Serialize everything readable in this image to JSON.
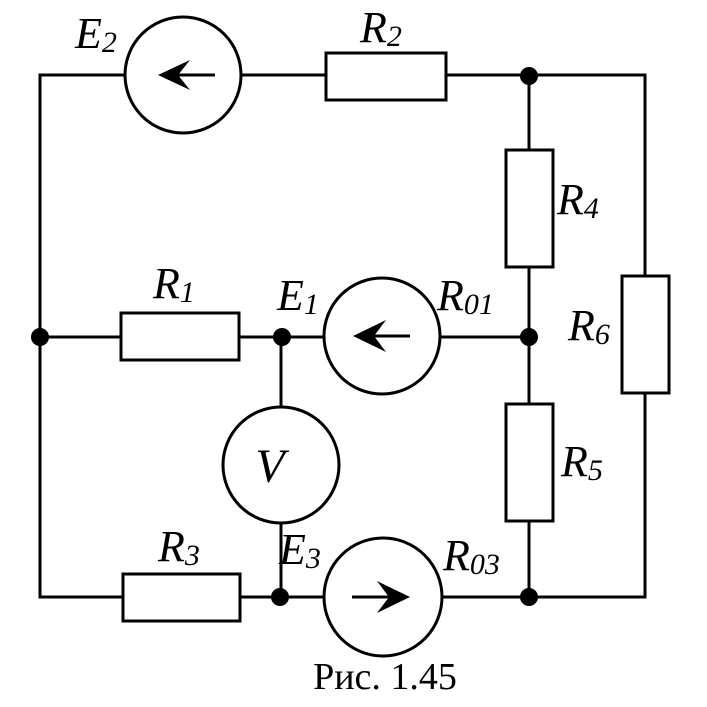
{
  "labels": {
    "E2": {
      "main": "E",
      "sub": "2"
    },
    "R2": {
      "main": "R",
      "sub": "2"
    },
    "R4": {
      "main": "R",
      "sub": "4"
    },
    "R6": {
      "main": "R",
      "sub": "6"
    },
    "R1": {
      "main": "R",
      "sub": "1"
    },
    "E1": {
      "main": "E",
      "sub": "1"
    },
    "R01": {
      "main": "R",
      "sub": "01"
    },
    "R5": {
      "main": "R",
      "sub": "5"
    },
    "R3": {
      "main": "R",
      "sub": "3"
    },
    "E3": {
      "main": "E",
      "sub": "3"
    },
    "R03": {
      "main": "R",
      "sub": "03"
    }
  },
  "voltmeter": "V",
  "caption": "Рис. 1.45"
}
